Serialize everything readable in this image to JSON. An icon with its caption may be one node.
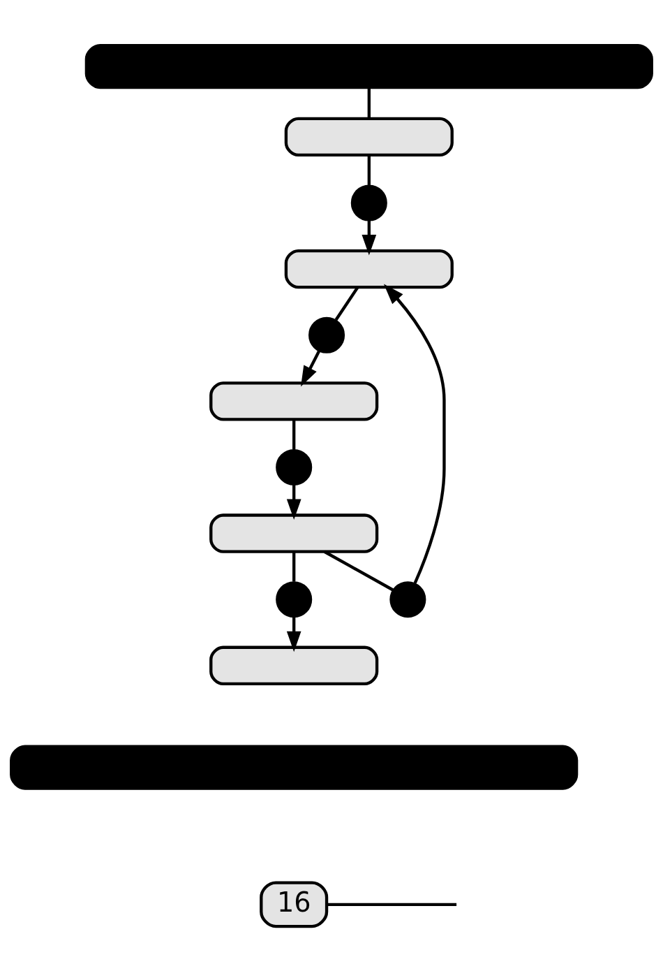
{
  "diagram": {
    "nodes": [
      {
        "text": [],
        "shape": "bar"
      },
      {
        "text": [],
        "shape": "box"
      },
      {
        "text": [],
        "shape": "circle"
      },
      {
        "text": [],
        "shape": "box"
      },
      {
        "text": [],
        "shape": "circle"
      },
      {
        "text": [],
        "shape": "circle"
      },
      {
        "text": [],
        "shape": "box"
      },
      {
        "text": [],
        "shape": "circle"
      },
      {
        "text": [],
        "shape": "box"
      },
      {
        "text": [],
        "shape": "circle"
      },
      {
        "text": [],
        "shape": "box"
      },
      {
        "text": [],
        "shape": "bar"
      },
      {
        "text": [
          "16"
        ]
      }
    ],
    "edges": [
      {
        "from": 0,
        "to": 1,
        "arrow": "none"
      },
      {
        "from": 1,
        "to": 2,
        "arrow": "none"
      },
      {
        "from": 2,
        "to": 3,
        "arrow": "to"
      },
      {
        "from": 3,
        "to": 4,
        "arrow": "none"
      },
      {
        "from": 4,
        "to": 6,
        "arrow": "to"
      },
      {
        "from": 6,
        "to": 7,
        "arrow": "none"
      },
      {
        "from": 7,
        "to": 8,
        "arrow": "to"
      },
      {
        "from": 8,
        "to": 5,
        "arrow": "none"
      },
      {
        "from": 5,
        "to": 3,
        "arrow": "to"
      },
      {
        "from": 8,
        "to": 9,
        "arrow": "none"
      },
      {
        "from": 9,
        "to": 10,
        "arrow": "to"
      },
      {
        "from": 12,
        "to": null,
        "arrow": "none"
      }
    ]
  }
}
